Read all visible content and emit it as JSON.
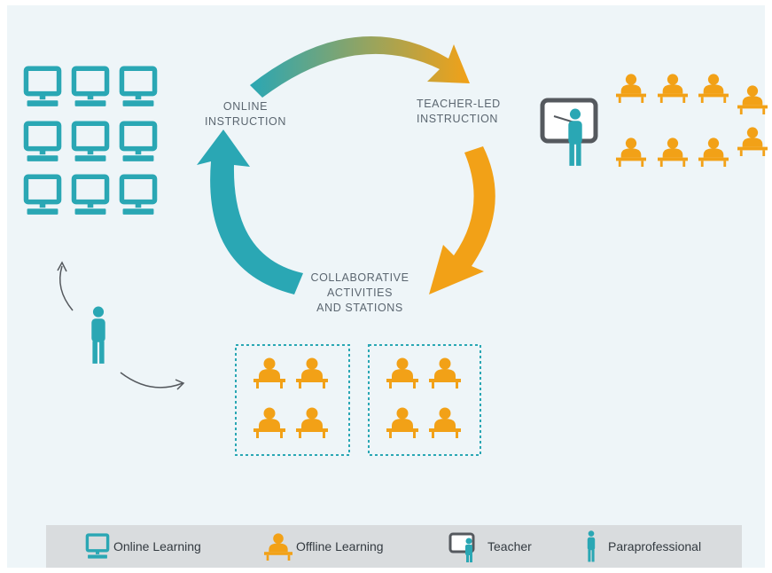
{
  "labels": {
    "online": "ONLINE\nINSTRUCTION",
    "teacher_led": "TEACHER-LED\nINSTRUCTION",
    "collaborative": "COLLABORATIVE\nACTIVITIES\nAND STATIONS"
  },
  "legend": [
    {
      "icon": "computer-icon",
      "label": "Online Learning"
    },
    {
      "icon": "student-icon",
      "label": "Offline Learning"
    },
    {
      "icon": "teacher-icon",
      "label": "Teacher"
    },
    {
      "icon": "paraprofessional-icon",
      "label": "Paraprofessional"
    }
  ],
  "colors": {
    "teal": "#2aa7b4",
    "orange": "#f2a117",
    "gray": "#55595e",
    "background": "#eef5f8",
    "legend_bg": "#d9dcde"
  }
}
